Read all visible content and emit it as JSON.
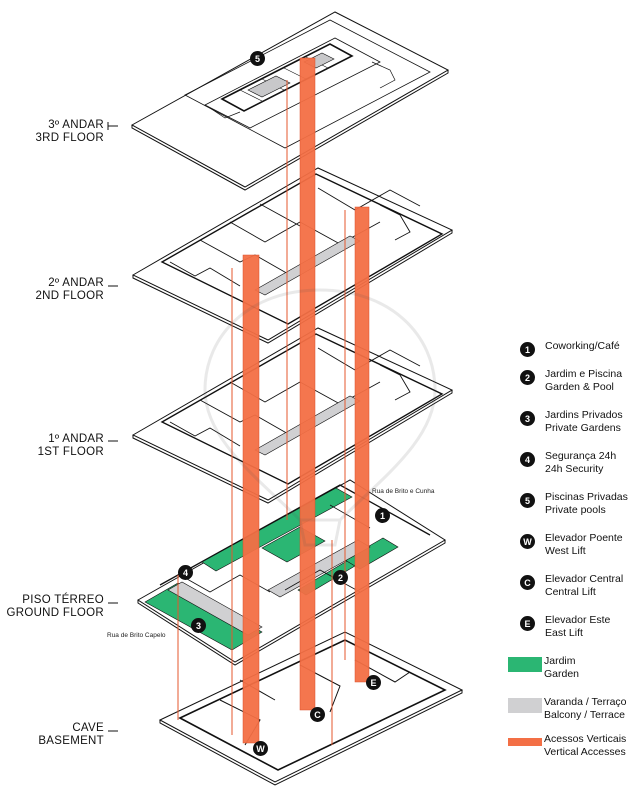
{
  "floors": {
    "third": [
      "3º ANDAR",
      "3RD FLOOR"
    ],
    "second": [
      "2º ANDAR",
      "2ND FLOOR"
    ],
    "first": [
      "1º ANDAR",
      "1ST FLOOR"
    ],
    "ground": [
      "PISO TÉRREO",
      "GROUND FLOOR"
    ],
    "basement": [
      "CAVE",
      "BASEMENT"
    ]
  },
  "streets": {
    "north": "Rua de Brito e Cunha",
    "south": "Rua de Brito Capelo"
  },
  "markers": {
    "m1": "1",
    "m2": "2",
    "m3": "3",
    "m4": "4",
    "m5": "5",
    "west": "W",
    "central": "C",
    "east": "E"
  },
  "legend": [
    {
      "badge": "1",
      "lines": [
        "Coworking/Café"
      ]
    },
    {
      "badge": "2",
      "lines": [
        "Jardim e Piscina",
        "Garden & Pool"
      ]
    },
    {
      "badge": "3",
      "lines": [
        "Jardins Privados",
        "Private Gardens"
      ]
    },
    {
      "badge": "4",
      "lines": [
        "Segurança 24h",
        "24h Security"
      ]
    },
    {
      "badge": "5",
      "lines": [
        "Piscinas Privadas",
        "Private pools"
      ]
    },
    {
      "badge": "W",
      "lines": [
        "Elevador Poente",
        "West Lift"
      ]
    },
    {
      "badge": "C",
      "lines": [
        "Elevador Central",
        "Central Lift"
      ]
    },
    {
      "badge": "E",
      "lines": [
        "Elevador Este",
        "East Lift"
      ]
    }
  ],
  "swatches": [
    {
      "color": "#2bb673",
      "lines": [
        "Jardim",
        "Garden"
      ]
    },
    {
      "color": "#d0d0d2",
      "lines": [
        "Varanda / Terraço",
        "Balcony / Terrace"
      ]
    },
    {
      "color": "#f36f45",
      "lines": [
        "Acessos Verticais",
        "Vertical Accesses"
      ]
    }
  ],
  "colors": {
    "garden": "#2bb673",
    "terrace": "#d0d0d2",
    "vertical": "#f36f45",
    "line": "#111111"
  }
}
